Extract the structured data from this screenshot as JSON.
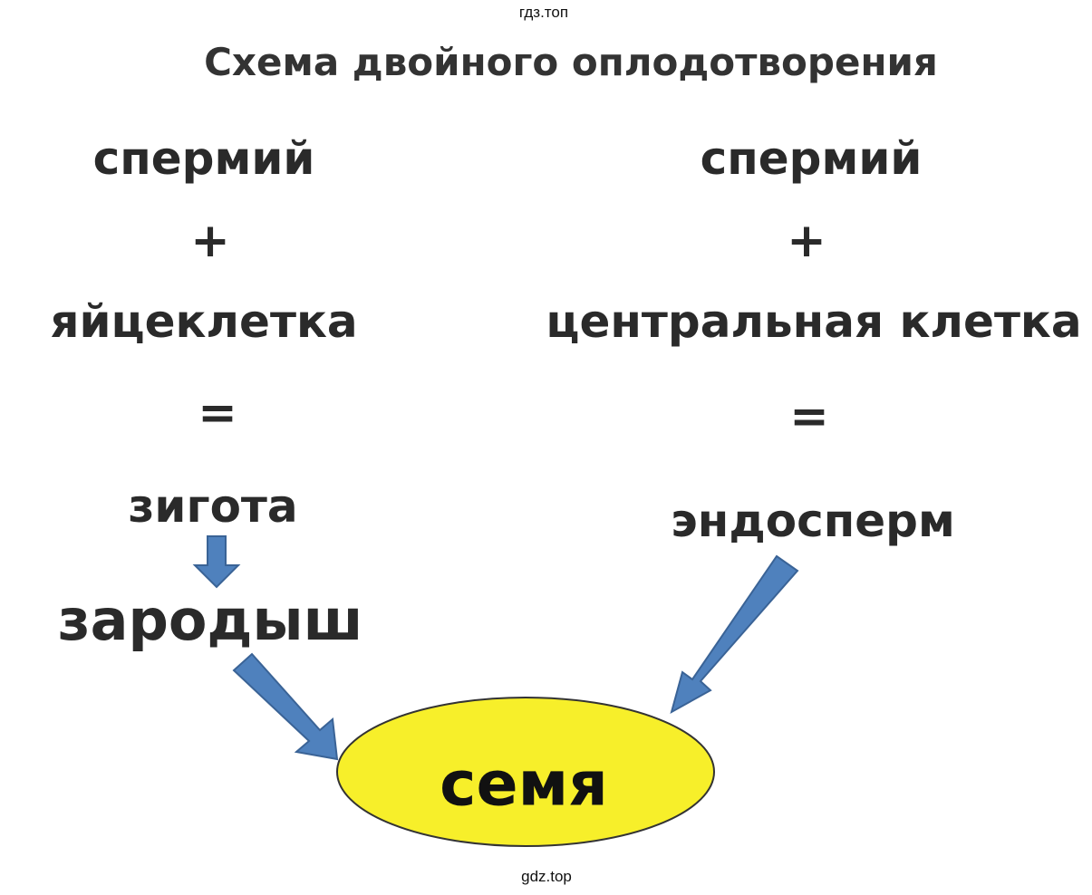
{
  "watermark_top": "гдз.топ",
  "watermark_bottom": "gdz.top",
  "title": "Схема двойного оплодотворения",
  "left": {
    "term1": "спермий",
    "plus": "+",
    "term2": "яйцеклетка",
    "equals": "=",
    "result": "зигота",
    "product": "зародыш"
  },
  "right": {
    "term1": "спермий",
    "plus": "+",
    "term2": "центральная клетка",
    "equals": "=",
    "result": "эндосперм"
  },
  "seed": {
    "label": "семя"
  },
  "colors": {
    "arrow_fill": "#4f81bd",
    "arrow_stroke": "#3a6396",
    "seed_fill": "#f7ef2a",
    "seed_stroke": "#333333",
    "text": "#2a2a2a"
  }
}
